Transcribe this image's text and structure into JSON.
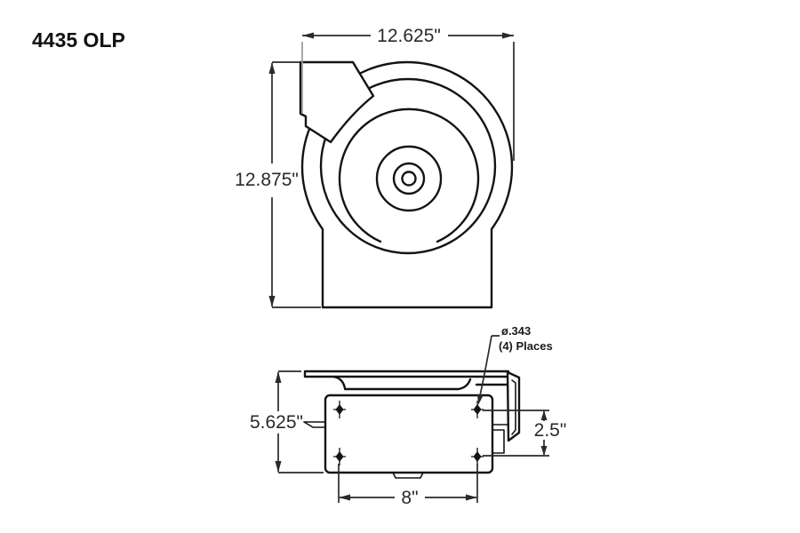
{
  "title": "4435 OLP",
  "front_view": {
    "width_dim": "12.625\"",
    "height_dim": "12.875\""
  },
  "bottom_view": {
    "depth_dim": "5.625\"",
    "hole_offset_dim": "2.5\"",
    "hole_spacing_dim": "8\"",
    "hole_callout": "ø.343",
    "hole_callout_qty": "(4) Places"
  },
  "colors": {
    "line": "#141414",
    "dim": "#2a2a2a",
    "ext_gray": "#9a9a9a",
    "background": "#ffffff"
  }
}
